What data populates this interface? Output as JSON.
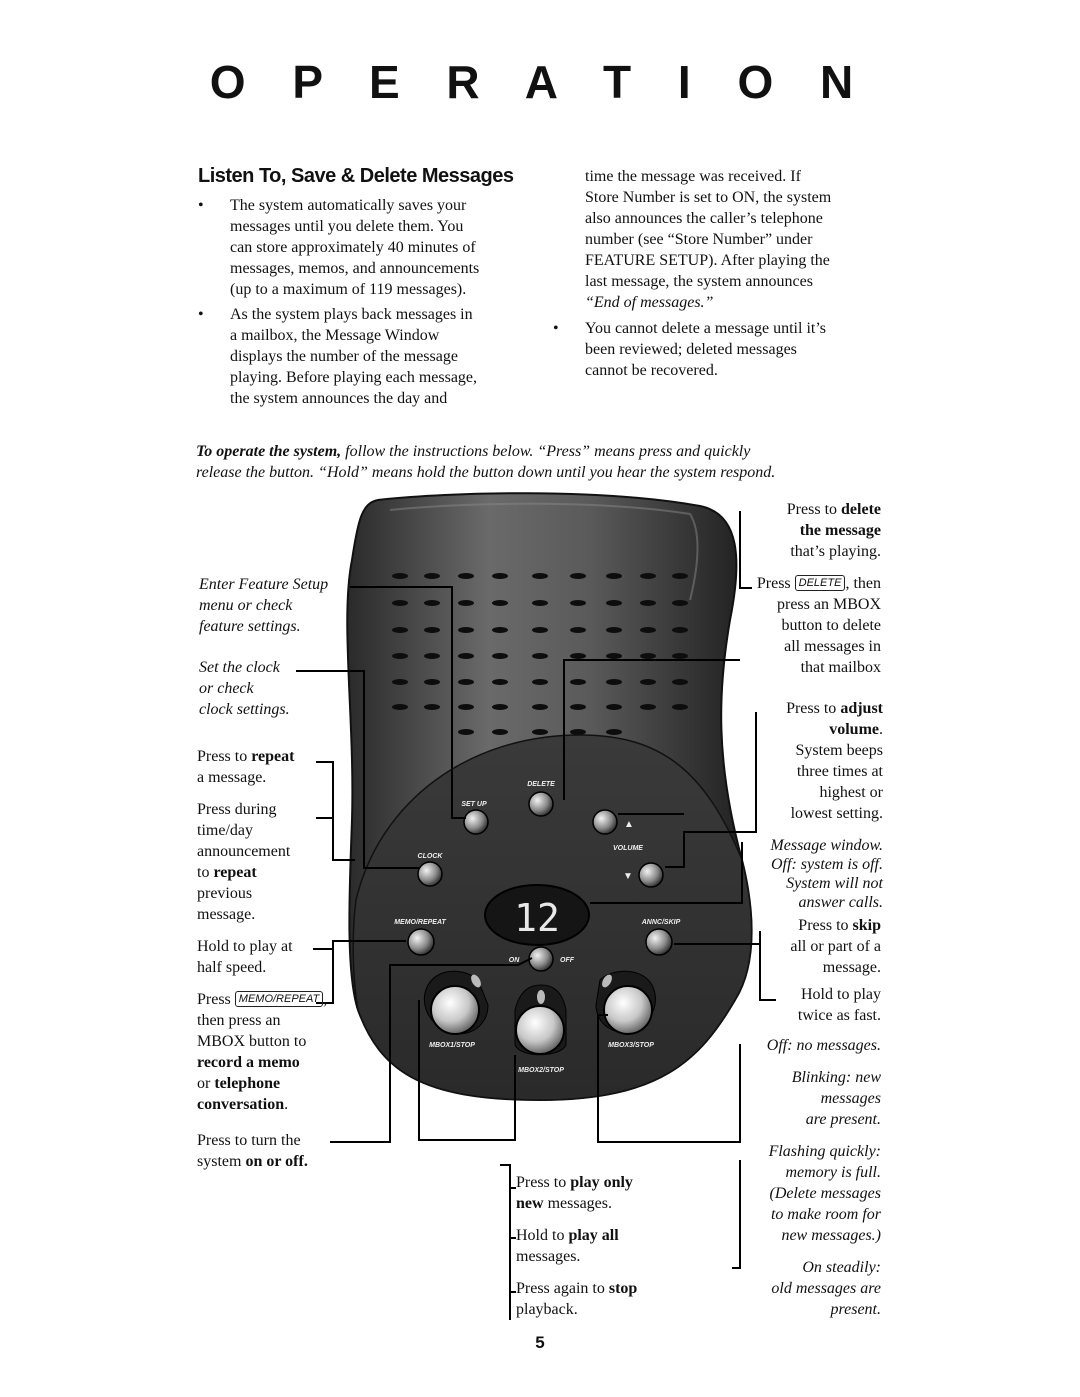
{
  "page": {
    "title": "O P E R A T I O N",
    "heading": "Listen To, Save & Delete Messages",
    "page_number": "5",
    "bullet": "•"
  },
  "left_column": {
    "bullet1": [
      "The system automatically saves your",
      "messages until you delete them. You",
      "can store approximately 40 minutes of",
      "messages, memos, and announcements",
      "(up to a maximum of 119 messages)."
    ],
    "bullet2": [
      "As the system plays back messages in",
      "a mailbox, the Message Window",
      "displays the number of the message",
      "playing. Before playing each message,",
      "the system announces the day and"
    ]
  },
  "right_column": {
    "para": [
      "time the message was received.  If",
      "Store Number is set to ON, the system",
      "also announces the caller’s telephone",
      "number (see “Store Number” under",
      "FEATURE SETUP).  After playing the",
      "last message, the system announces",
      "“End of messages.”"
    ],
    "bullet3": [
      "You cannot delete a message until it’s",
      "been reviewed; deleted messages",
      "cannot be recovered."
    ]
  },
  "instructions": {
    "lead": "To operate the system,",
    "line1_rest": " follow the instructions below.  “Press” means press and quickly",
    "line2": "release the button.  “Hold” means hold the button down until you hear the system respond."
  },
  "device": {
    "display": "12",
    "buttons": {
      "delete": "DELETE",
      "setup": "SET UP",
      "clock": "CLOCK",
      "volume": "VOLUME",
      "volume_up": "▲",
      "volume_down": "▼",
      "memo_repeat": "MEMO/REPEAT",
      "annc_skip": "ANNC/SKIP",
      "on": "ON",
      "off": "OFF",
      "mbox1": "MBOX1/STOP",
      "mbox2": "MBOX2/STOP",
      "mbox3": "MBOX3/STOP"
    }
  },
  "left_labels": {
    "feature_setup": [
      "Enter Feature Setup",
      "menu or check",
      "feature settings."
    ],
    "clock": [
      "Set the clock",
      "or check",
      "clock settings."
    ],
    "repeat1_a": "Press to ",
    "repeat1_b": "repeat",
    "repeat1_c": "a message.",
    "during": [
      "Press during",
      "time/day",
      "announcement"
    ],
    "to_repeat_a": "to ",
    "to_repeat_b": "repeat",
    "previous": [
      "previous",
      "message."
    ],
    "half": [
      "Hold to play at",
      "half speed."
    ],
    "memo_press": "Press ",
    "memo_key": "MEMO/REPEAT",
    "memo_comma": ",",
    "memo_rest": [
      "then press an",
      "MBOX button to"
    ],
    "record_memo": "record a memo",
    "or": "or ",
    "telephone": "telephone",
    "conversation": "conversation",
    "period": ".",
    "turn": "Press to turn the",
    "system": "system ",
    "on_off": "on or off."
  },
  "right_labels": {
    "delete_a": "Press to ",
    "delete_b": "delete",
    "the_message": "the message",
    "thats_playing": "that’s playing.",
    "press": "Press ",
    "delete_key": "DELETE",
    "then": ", then",
    "delete_all": [
      "press an MBOX",
      "button to delete",
      "all messages in",
      "that mailbox"
    ],
    "adjust_a": "Press to ",
    "adjust_b": "adjust",
    "volume": "volume",
    "volume_period": ".",
    "beeps": [
      "System beeps",
      "three times at",
      "highest or",
      "lowest setting."
    ],
    "msg_window": [
      "Message window.",
      "Off: system is off.",
      "System will not",
      "answer calls."
    ],
    "skip_a": "Press to ",
    "skip_b": "skip",
    "skip_rest": [
      "all or part of a",
      "message."
    ],
    "twice": [
      "Hold to play",
      "twice as fast."
    ],
    "off_msgs": "Off: no messages.",
    "blinking": [
      "Blinking: new",
      "messages",
      "are present."
    ],
    "flashing": [
      "Flashing quickly:",
      "memory is full.",
      "(Delete messages",
      "to make room for",
      "new messages.)"
    ],
    "steady": [
      "On steadily:",
      "old messages are",
      "present."
    ]
  },
  "bottom_labels": {
    "play_only_a": "Press to ",
    "play_only_b": "play only",
    "new_b": "new",
    "new_c": " messages.",
    "play_all_a": "Hold to ",
    "play_all_b": "play all",
    "play_all_c": "messages.",
    "stop_a": "Press again to ",
    "stop_b": "stop",
    "stop_c": "playback."
  }
}
